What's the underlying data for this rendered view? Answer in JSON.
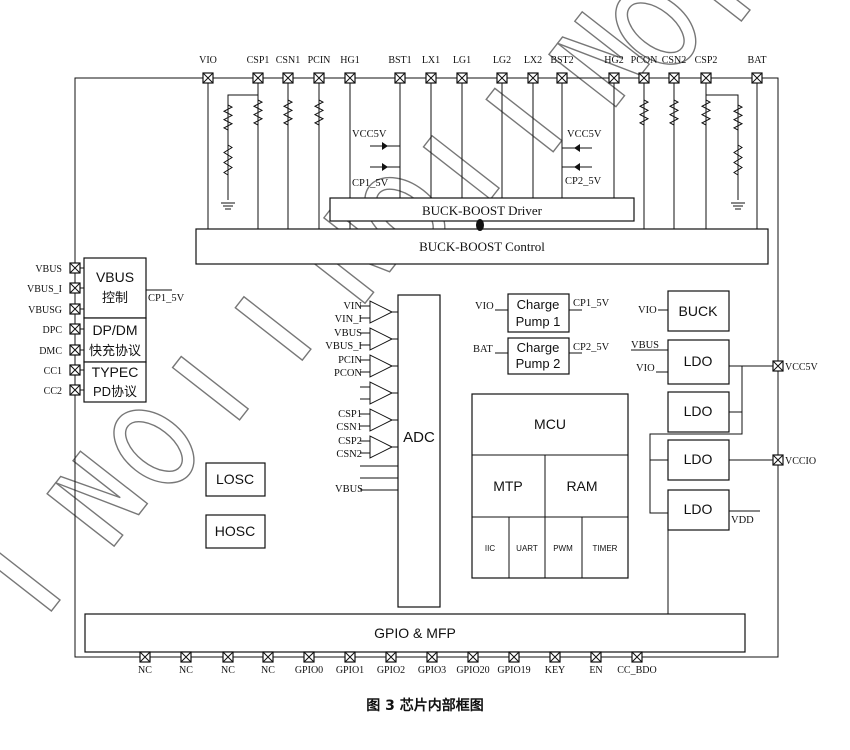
{
  "top_pins": [
    "VIO",
    "CSP1",
    "CSN1",
    "PCIN",
    "HG1",
    "BST1",
    "LX1",
    "LG1",
    "LG2",
    "LX2",
    "BST2",
    "HG2",
    "PCON",
    "CSN2",
    "CSP2",
    "BAT"
  ],
  "left_pins": [
    "VBUS",
    "VBUS_I",
    "VBUSG",
    "DPC",
    "DMC",
    "CC1",
    "CC2"
  ],
  "right_pins": [
    "VCC5V",
    "VCCIO"
  ],
  "bottom_pins": [
    "NC",
    "NC",
    "NC",
    "NC",
    "GPIO0",
    "GPIO1",
    "GPIO2",
    "GPIO3",
    "GPIO20",
    "GPIO19",
    "KEY",
    "EN",
    "CC_BDO"
  ],
  "driver": {
    "vcc5v_left": "VCC5V",
    "cp1_left": "CP1_5V",
    "vcc5v_right": "VCC5V",
    "cp2_right": "CP2_5V"
  },
  "blocks": {
    "buck_boost_driver": "BUCK-BOOST Driver",
    "buck_boost_control": "BUCK-BOOST Control",
    "vbus_title": "VBUS",
    "vbus_sub": "控制",
    "vbus_cp": "CP1_5V",
    "dpdm_title": "DP/DM",
    "dpdm_sub": "快充协议",
    "typec_title": "TYPEC",
    "typec_sub": "PD协议",
    "adc": "ADC",
    "cp1_line1": "Charge",
    "cp1_line2": "Pump 1",
    "cp1_in": "VIO",
    "cp1_out": "CP1_5V",
    "cp2_line1": "Charge",
    "cp2_line2": "Pump 2",
    "cp2_in": "BAT",
    "cp2_out": "CP2_5V",
    "buck": "BUCK",
    "buck_in": "VIO",
    "ldo": "LDO",
    "ldo1_in1": "VBUS",
    "ldo1_in2": "VIO",
    "ldo_vdd": "VDD",
    "mcu": "MCU",
    "mtp": "MTP",
    "ram": "RAM",
    "iic": "IIC",
    "uart": "UART",
    "pwm": "PWM",
    "timer": "TIMER",
    "losc": "LOSC",
    "hosc": "HOSC",
    "gpio_mfp": "GPIO & MFP"
  },
  "adc_inputs": [
    "VIN",
    "VIN_I",
    "VBUS",
    "VBUS_I",
    "PCIN",
    "PCON",
    "",
    "",
    "CSP1",
    "CSN1",
    "CSP2",
    "CSN2",
    "",
    "VBUS"
  ],
  "caption": "图 3   芯片内部框图",
  "watermark": "INJOINIC Corp"
}
